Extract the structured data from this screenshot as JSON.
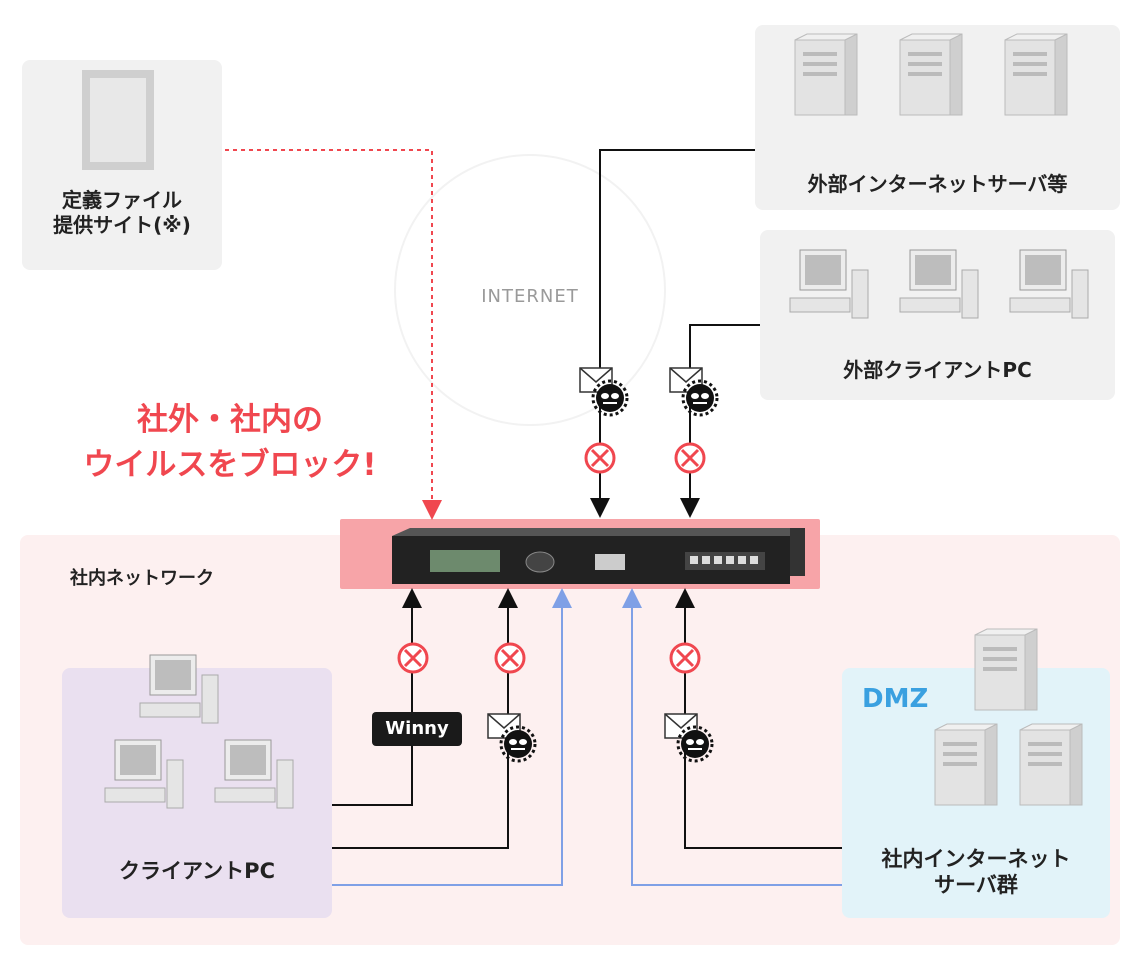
{
  "definition_site": {
    "line1": "定義ファイル",
    "line2": "提供サイト(※)"
  },
  "internet": {
    "label": "INTERNET"
  },
  "external_servers": {
    "label": "外部インターネットサーバ等"
  },
  "external_clients": {
    "label": "外部クライアントPC"
  },
  "slogan": {
    "line1": "社外・社内の",
    "line2": "ウイルスをブロック!"
  },
  "internal_network": {
    "label": "社内ネットワーク"
  },
  "winny": {
    "label": "Winny"
  },
  "client_pc": {
    "label": "クライアントPC"
  },
  "dmz": {
    "title": "DMZ",
    "line1": "社内インターネット",
    "line2": "サーバ群"
  },
  "colors": {
    "slogan_red": "#f0474f",
    "dmz_blue": "#3aa0e0",
    "link_blue": "#7fa0e6",
    "arrow_red": "#f0474f"
  }
}
